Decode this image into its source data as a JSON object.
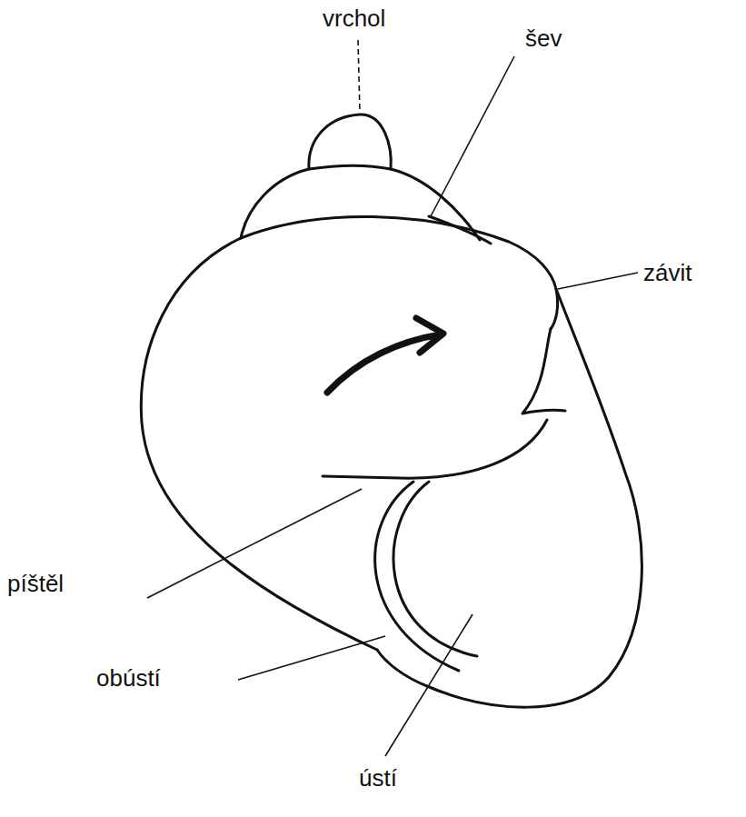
{
  "diagram": {
    "labels": [
      "vrchol",
      "šev",
      "závit",
      "píštěl",
      "obústí",
      "ústí"
    ]
  }
}
